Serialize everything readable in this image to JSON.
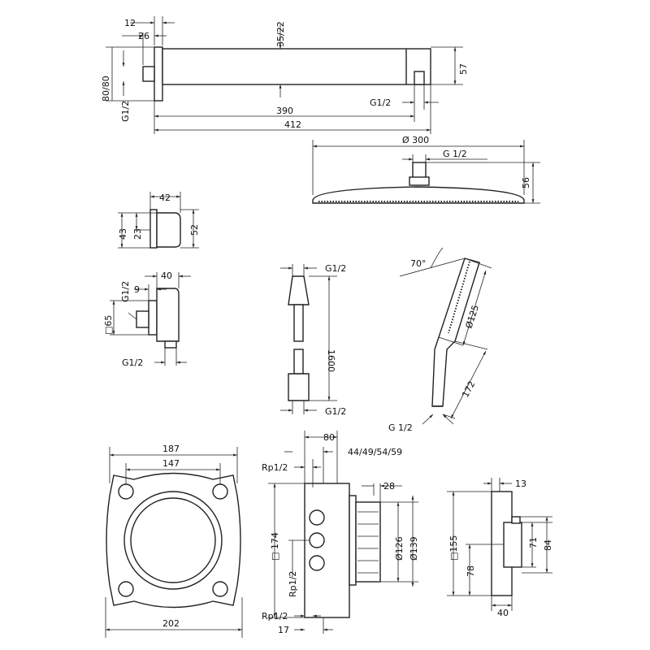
{
  "title": "Shower system technical drawing",
  "labels": {
    "arm_12": "12",
    "arm_26": "26",
    "arm_35_22": "35/22",
    "arm_80_80": "80/80",
    "arm_g12_left": "G1/2",
    "arm_57": "57",
    "arm_g12_right": "G1/2",
    "arm_390": "390",
    "arm_412": "412",
    "head_d300": "Ø 300",
    "head_g12": "G 1/2",
    "head_56": "56",
    "conn_42": "42",
    "conn_43": "43",
    "conn_23": "23",
    "conn_52": "52",
    "outlet_g12_top": "G1/2",
    "outlet_40": "40",
    "outlet_9": "9",
    "outlet_65": "□65",
    "outlet_g12_bottom": "G1/2",
    "hose_g12_top": "G1/2",
    "hose_1600": "1600",
    "hose_g12_bottom": "G1/2",
    "hand_70": "70°",
    "hand_d125": "Ø125",
    "hand_172": "172",
    "hand_g12": "G 1/2",
    "box_187": "187",
    "box_147": "147",
    "box_202": "202",
    "body_80": "80",
    "body_44_59": "44/49/54/59",
    "body_rp12_top": "Rp1/2",
    "body_28": "28",
    "body_174": "□ 174",
    "body_d126": "Ø126",
    "body_d139": "Ø139",
    "body_rp12_mid": "Rp1/2",
    "body_rp12_bottom": "Rp1/2",
    "body_17": "17",
    "plate_13": "13",
    "plate_155": "□155",
    "plate_71": "71",
    "plate_84": "84",
    "plate_78": "78",
    "plate_40": "40"
  }
}
